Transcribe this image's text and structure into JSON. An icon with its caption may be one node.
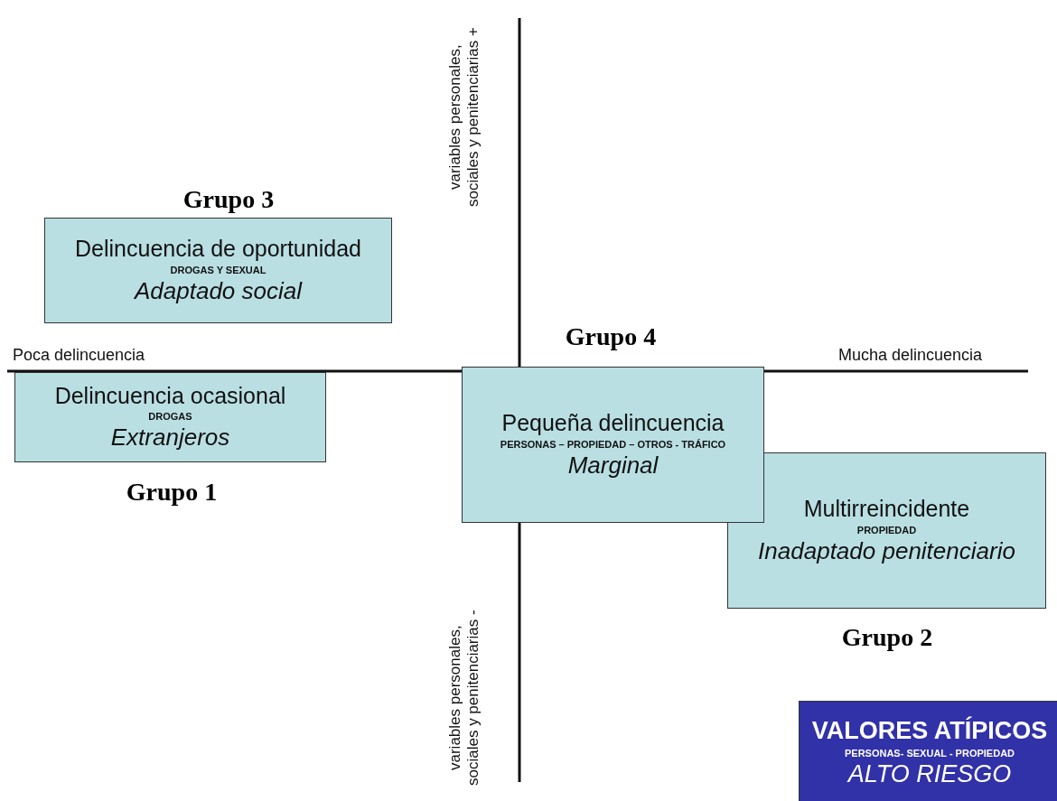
{
  "diagram": {
    "nodes": [
      {
        "text": [
          "Grupo 3",
          "Delincuencia de oportunidad",
          "DROGAS Y SEXUAL",
          "Adaptado social"
        ]
      },
      {
        "text": [
          "Grupo 4",
          "Pequeña delincuencia",
          "PERSONAS – PROPIEDAD – OTROS - TRÁFICO",
          "Marginal"
        ]
      },
      {
        "text": [
          "Delincuencia ocasional",
          "DROGAS",
          "Extranjeros",
          "Grupo 1"
        ]
      },
      {
        "text": [
          "Multirreincidente",
          "PROPIEDAD",
          "Inadaptado penitenciario",
          "Grupo 2"
        ]
      },
      {
        "text": [
          "VALORES ATÍPICOS",
          "PERSONAS- SEXUAL - PROPIEDAD",
          "ALTO RIESGO"
        ]
      }
    ],
    "edges": [],
    "labels": [
      "variables personales, sociales y penitenciarias +",
      "Poca delincuencia",
      "Mucha delincuencia",
      "variables personales, sociales y penitenciarias -"
    ]
  }
}
